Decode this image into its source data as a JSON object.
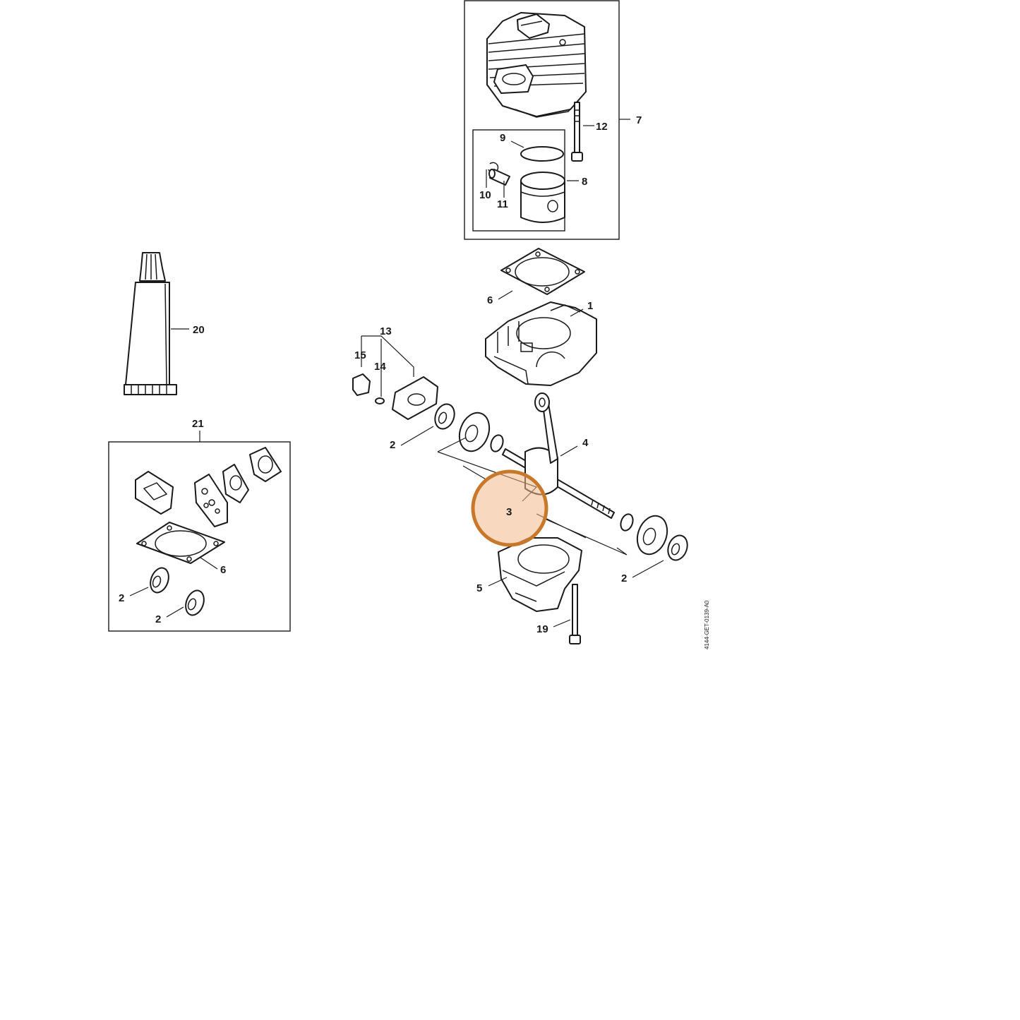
{
  "callouts": {
    "c1": "1",
    "c2a": "2",
    "c2b": "2",
    "c2c": "2",
    "c2d": "2",
    "c3": "3",
    "c4": "4",
    "c5": "5",
    "c6a": "6",
    "c6b": "6",
    "c7": "7",
    "c8": "8",
    "c9": "9",
    "c10": "10",
    "c11": "11",
    "c12": "12",
    "c13": "13",
    "c14": "14",
    "c15": "15",
    "c19": "19",
    "c20": "20",
    "c21": "21"
  },
  "diagram_code": "4144-GET-0139-A0",
  "highlight": {
    "part": "3",
    "color": "#c8782a",
    "fill": "#f2b98a"
  }
}
